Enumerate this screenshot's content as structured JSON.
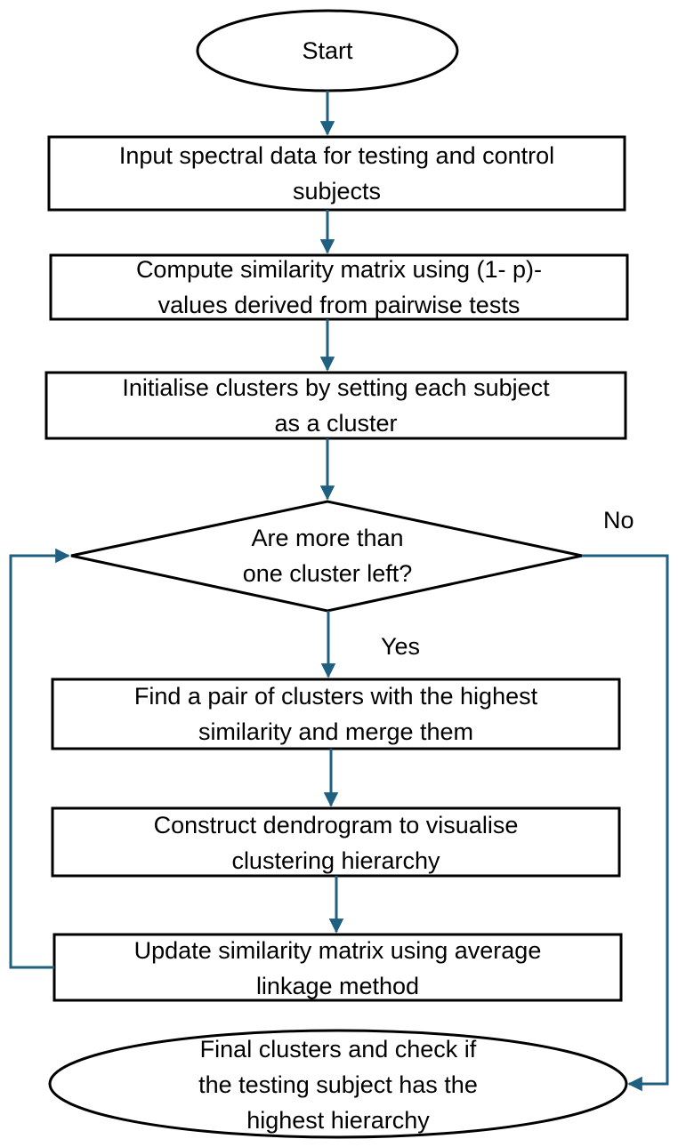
{
  "flowchart": {
    "start": {
      "lines": [
        "Start"
      ]
    },
    "input_step": {
      "lines": [
        "Input spectral data for testing and control",
        "subjects"
      ]
    },
    "compute_step": {
      "lines": [
        "Compute similarity matrix using (1- p)-",
        "values derived from pairwise tests"
      ]
    },
    "init_step": {
      "lines": [
        "Initialise clusters by setting each subject",
        "as a cluster"
      ]
    },
    "decision": {
      "lines": [
        "Are more than",
        "one cluster left?"
      ]
    },
    "merge_step": {
      "lines": [
        "Find a pair of clusters with the highest",
        "similarity and merge them"
      ]
    },
    "dendrogram_step": {
      "lines": [
        "Construct dendrogram to visualise",
        "clustering hierarchy"
      ]
    },
    "update_step": {
      "lines": [
        "Update similarity matrix using average",
        "linkage method"
      ]
    },
    "end": {
      "lines": [
        "Final clusters and check if",
        "the testing subject has the",
        "highest hierarchy"
      ]
    },
    "yes_label": "Yes",
    "no_label": "No"
  },
  "colors": {
    "arrow": "#1f5f7f",
    "outline": "#000000",
    "fill": "#ffffff"
  }
}
